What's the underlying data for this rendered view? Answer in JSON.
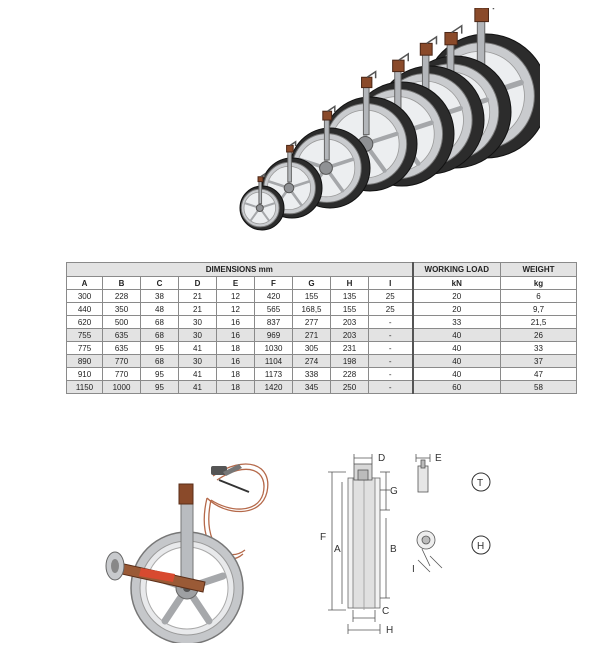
{
  "table": {
    "group_headers": {
      "dimensions": "DIMENSIONS mm",
      "working_load": "WORKING LOAD",
      "weight": "WEIGHT"
    },
    "column_headers": [
      "A",
      "B",
      "C",
      "D",
      "E",
      "F",
      "G",
      "H",
      "I",
      "kN",
      "kg"
    ],
    "rows": [
      [
        "300",
        "228",
        "38",
        "21",
        "12",
        "420",
        "155",
        "135",
        "25",
        "20",
        "6"
      ],
      [
        "440",
        "350",
        "48",
        "21",
        "12",
        "565",
        "168,5",
        "155",
        "25",
        "20",
        "9,7"
      ],
      [
        "620",
        "500",
        "68",
        "30",
        "16",
        "837",
        "277",
        "203",
        "-",
        "33",
        "21,5"
      ],
      [
        "755",
        "635",
        "68",
        "30",
        "16",
        "969",
        "271",
        "203",
        "-",
        "40",
        "26"
      ],
      [
        "775",
        "635",
        "95",
        "41",
        "18",
        "1030",
        "305",
        "231",
        "-",
        "40",
        "33"
      ],
      [
        "890",
        "770",
        "68",
        "30",
        "16",
        "1104",
        "274",
        "198",
        "-",
        "40",
        "37"
      ],
      [
        "910",
        "770",
        "95",
        "41",
        "18",
        "1173",
        "338",
        "228",
        "-",
        "40",
        "47"
      ],
      [
        "1150",
        "1000",
        "95",
        "41",
        "18",
        "1420",
        "345",
        "250",
        "-",
        "60",
        "58"
      ]
    ]
  },
  "diagram": {
    "labels": {
      "D": "D",
      "E": "E",
      "G": "G",
      "F": "F",
      "A": "A",
      "B": "B",
      "C": "C",
      "H": "H",
      "I": "I",
      "T": "T",
      "H_circle": "H"
    }
  },
  "colors": {
    "table_shade": "#e3e3e3",
    "aluminium": "#b9bcc0",
    "bracket": "#8a4a2a"
  }
}
